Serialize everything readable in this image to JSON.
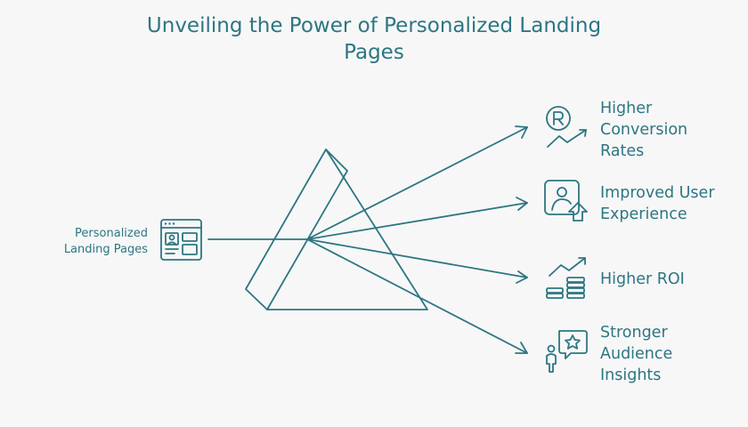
{
  "title": {
    "line1": "Unveiling the Power of Personalized Landing",
    "line2": "Pages"
  },
  "input": {
    "line1": "Personalized",
    "line2": "Landing Pages",
    "icon": "webpage-layout-icon"
  },
  "outputs": [
    {
      "lines": [
        "Higher",
        "Conversion",
        "Rates"
      ],
      "icon": "registered-growth-icon"
    },
    {
      "lines": [
        "Improved User",
        "Experience"
      ],
      "icon": "user-upgrade-icon"
    },
    {
      "lines": [
        "Higher ROI"
      ],
      "icon": "coins-growth-icon"
    },
    {
      "lines": [
        "Stronger",
        "Audience",
        "Insights"
      ],
      "icon": "person-star-speech-icon"
    }
  ],
  "colors": {
    "primary": "#2d7683",
    "background": "#f7f7f7"
  }
}
